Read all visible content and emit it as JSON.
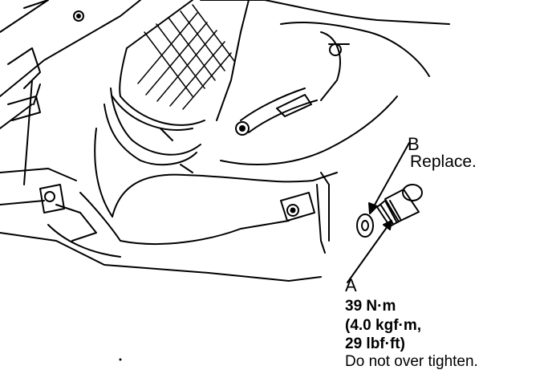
{
  "callout_a": {
    "letter": "A",
    "torque_nm": "39 N·m",
    "torque_kgf": "(4.0 kgf·m,",
    "torque_lbf": "29 lbf·ft)",
    "caution": "Do not over tighten."
  },
  "callout_b": {
    "letter": "B",
    "note": "Replace."
  },
  "colors": {
    "ink": "#000000",
    "paper": "#ffffff"
  }
}
